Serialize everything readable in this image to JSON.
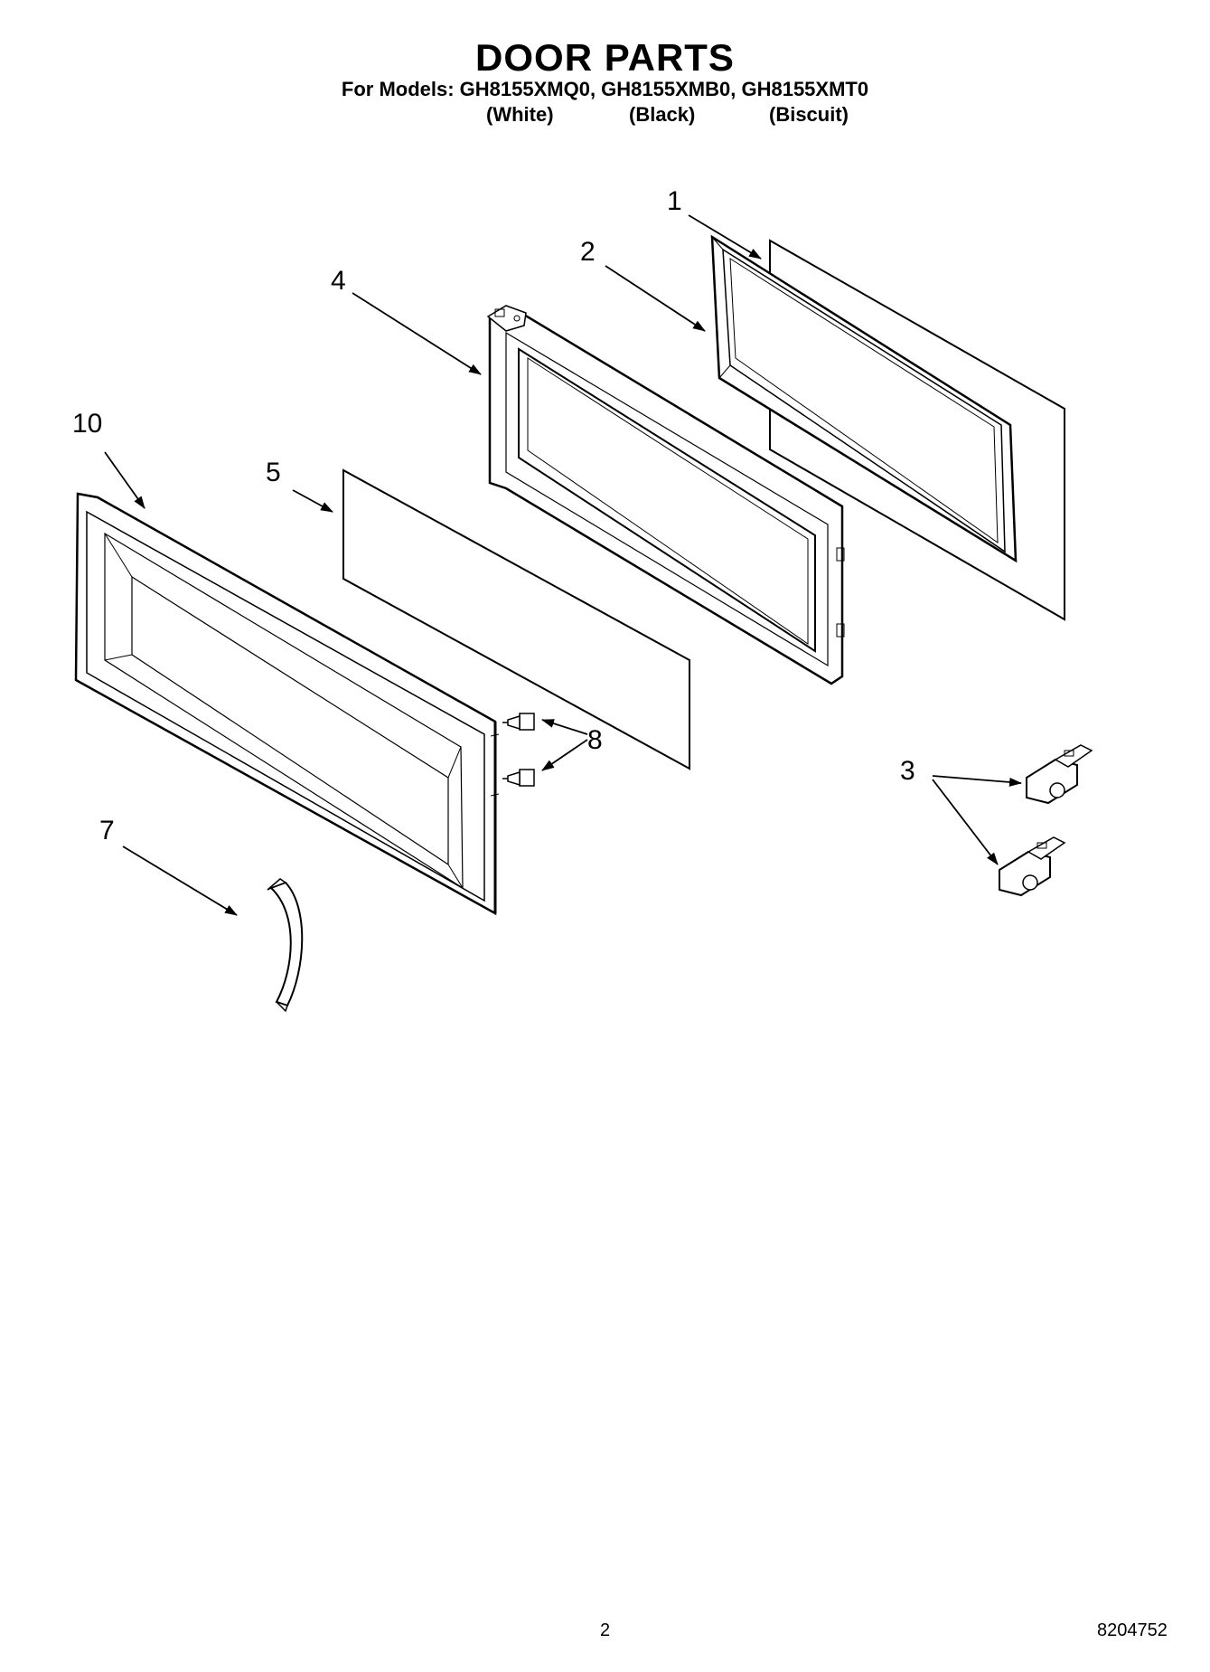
{
  "header": {
    "title": "DOOR PARTS",
    "models_line": "For Models: GH8155XMQ0, GH8155XMB0, GH8155XMT0",
    "colors": [
      "(White)",
      "(Black)",
      "(Biscuit)"
    ]
  },
  "callouts": {
    "c1": "1",
    "c2": "2",
    "c3": "3",
    "c4": "4",
    "c5": "5",
    "c7": "7",
    "c8": "8",
    "c10": "10"
  },
  "footer": {
    "page_number": "2",
    "doc_number": "8204752"
  }
}
